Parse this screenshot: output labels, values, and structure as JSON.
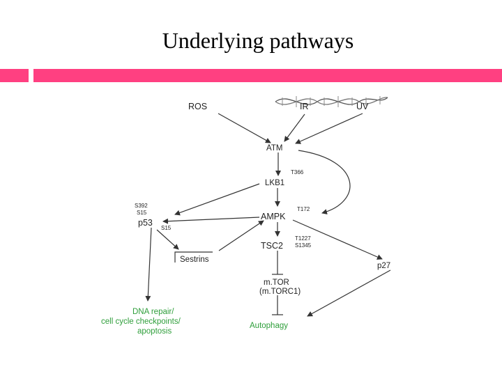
{
  "slide": {
    "title": "Underlying pathways",
    "accent_color": "#ff4081"
  },
  "diagram": {
    "nodes": {
      "ros": "ROS",
      "ir": "IR",
      "uv": "UV",
      "atm": "ATM",
      "lkb1": "LKB1",
      "ampk": "AMPK",
      "p53": "p53",
      "tsc2": "TSC2",
      "sestrins": "Sestrins",
      "p27": "p27",
      "mtor_line1": "m.TOR",
      "mtor_line2": "(m.TORC1)",
      "dna_repair_line1": "DNA repair/",
      "dna_repair_line2": "cell cycle checkpoints/",
      "dna_repair_line3": "apoptosis",
      "autophagy": "Autophagy"
    },
    "sites": {
      "lkb1_t366": "T366",
      "ampk_t172": "T172",
      "p53_s392": "S392",
      "p53_s15_top": "S15",
      "p53_s15_bottom": "S15",
      "tsc2_t1227": "T1227",
      "tsc2_s1345": "S1345"
    },
    "outcome_color": "#2e9e3a",
    "dna_icon": "dna-helix-icon"
  }
}
